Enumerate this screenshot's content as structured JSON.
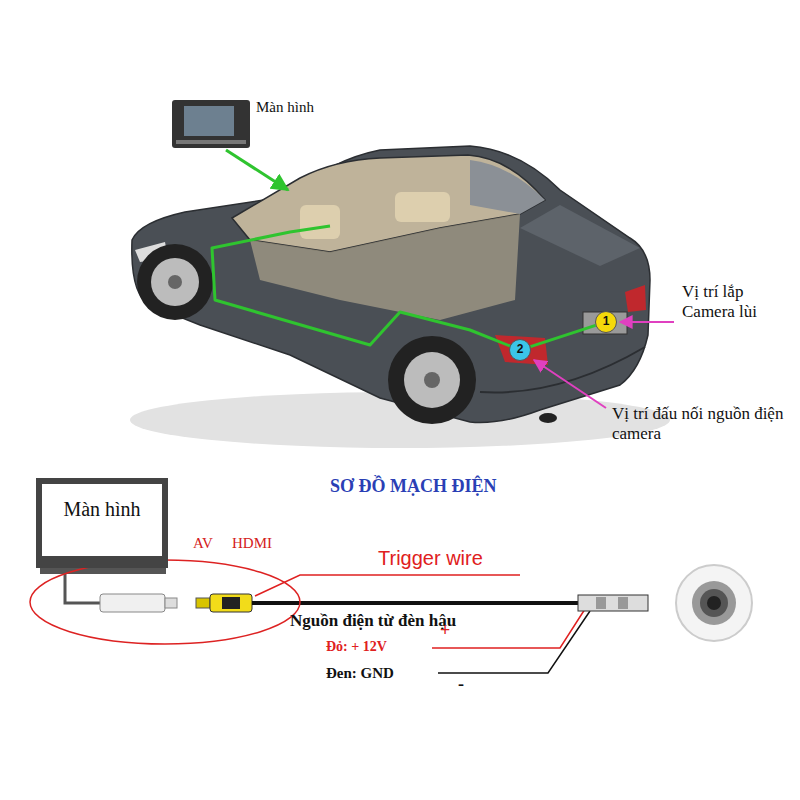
{
  "diagram": {
    "title": "SƠ ĐỒ MẠCH ĐIỆN",
    "nodes": [
      {
        "text": [
          "1"
        ]
      },
      {
        "text": [
          "2"
        ]
      },
      {
        "text": [
          "Màn hình"
        ]
      }
    ],
    "edges": [
      {
        "from": 0,
        "to": 1,
        "arrow": "none"
      }
    ],
    "labels": [
      "Màn hình",
      "Vị trí lắp Camera lùi",
      "Vị trí đấu nối nguồn điện camera",
      "AV",
      "HDMI",
      "Trigger wire",
      "Nguồn điện từ đèn hậu",
      "+",
      "Đỏ: + 12V",
      "Đen: GND",
      "-"
    ]
  }
}
